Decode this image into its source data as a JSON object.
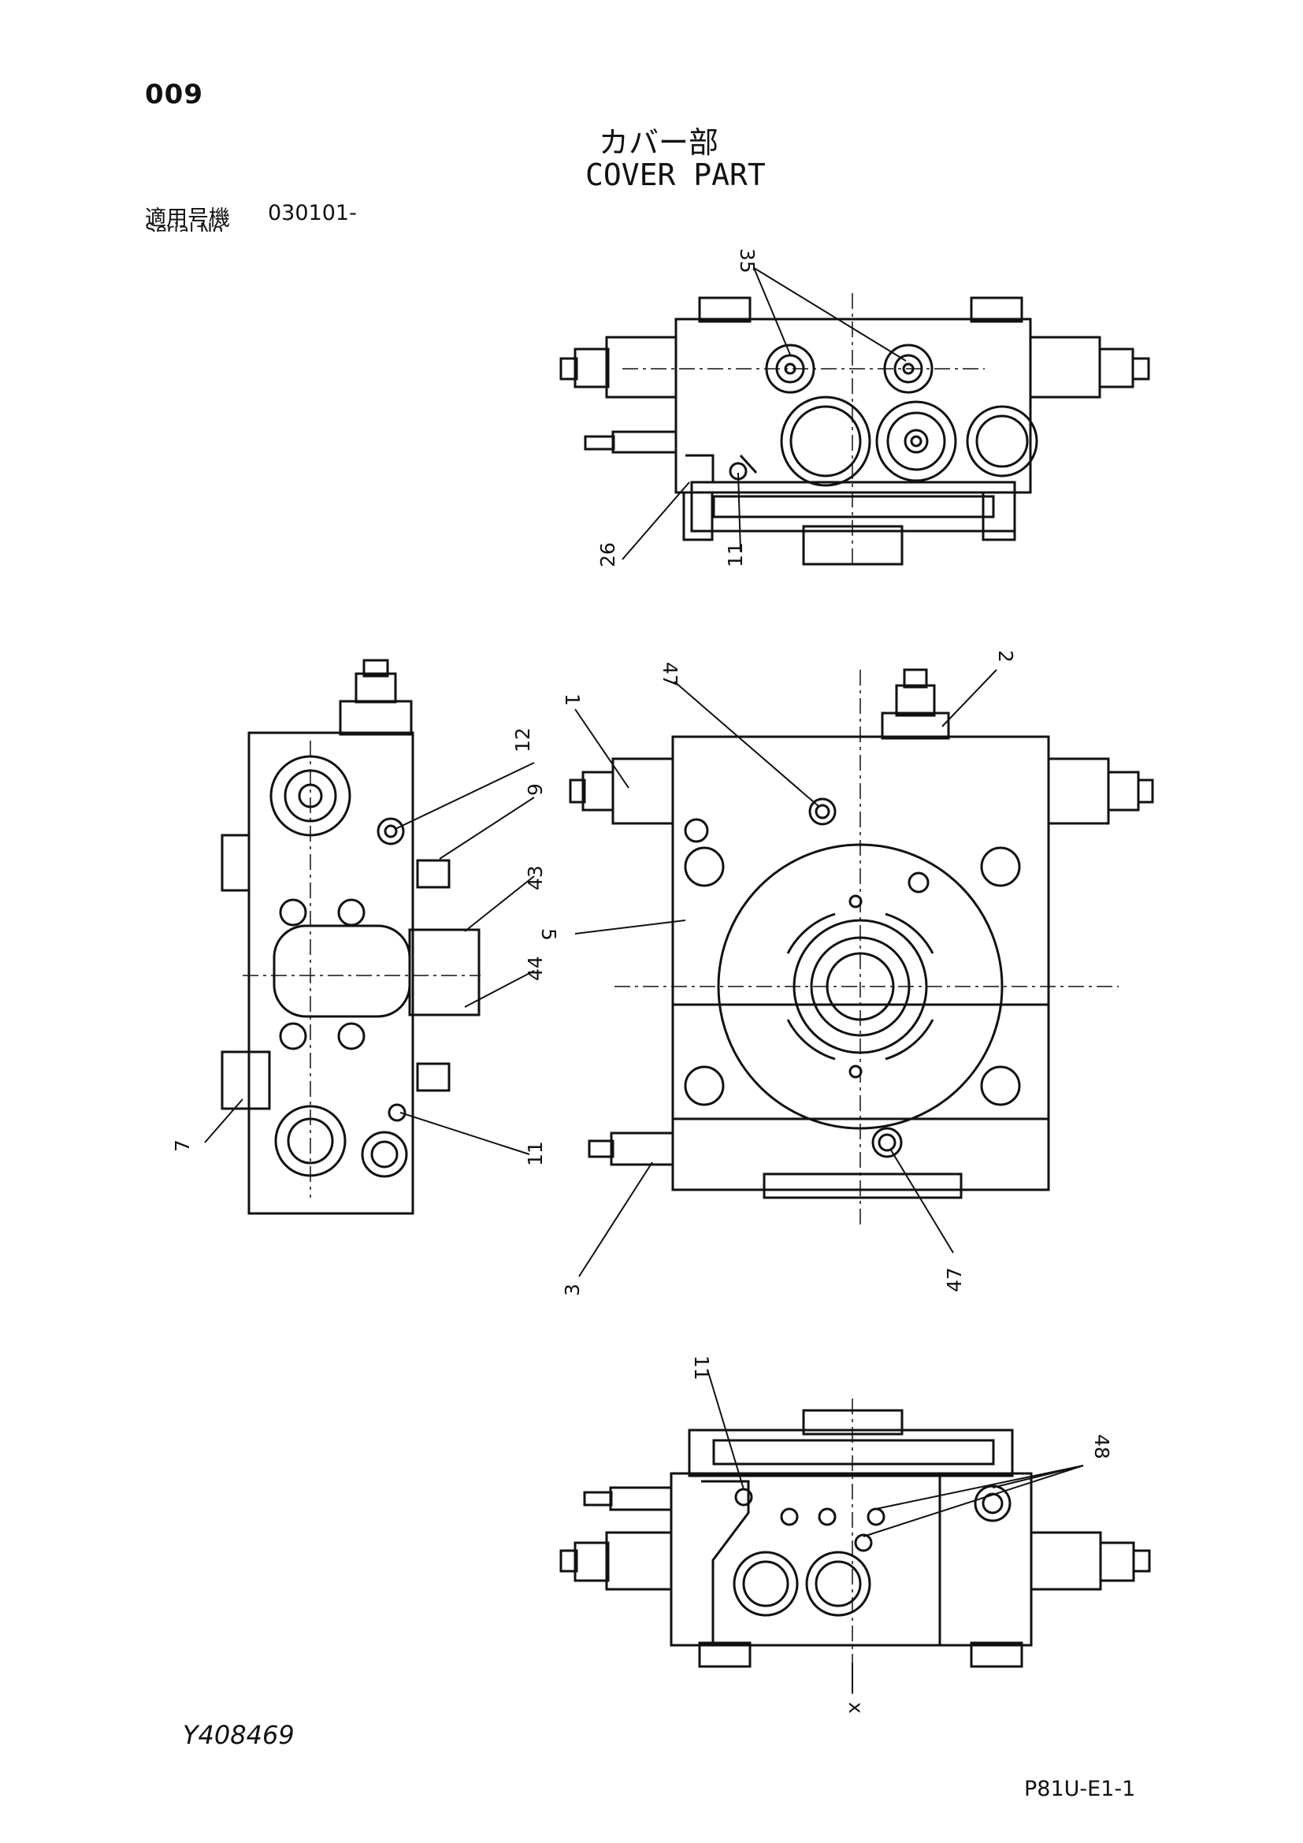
{
  "header": {
    "page_number": "009",
    "title_jp": "カバー部",
    "title_en": "COVER PART",
    "serial_label_jp": "適用号機",
    "serial_value": "030101-",
    "serial_label_en": "Serial No."
  },
  "footer": {
    "figure_id": "Y408469",
    "page_code": "P81U-E1-1"
  },
  "callouts": {
    "c35": "35",
    "c26": "26",
    "c11_top": "11",
    "c47_top": "47",
    "c2": "2",
    "c1": "1",
    "c5": "5",
    "c3": "3",
    "c47_bottom": "47",
    "c12": "12",
    "c9": "9",
    "c43": "43",
    "c44": "44",
    "c7": "7",
    "c11_left": "11",
    "c11_bottom": "11",
    "c48": "48",
    "cx": "x"
  }
}
